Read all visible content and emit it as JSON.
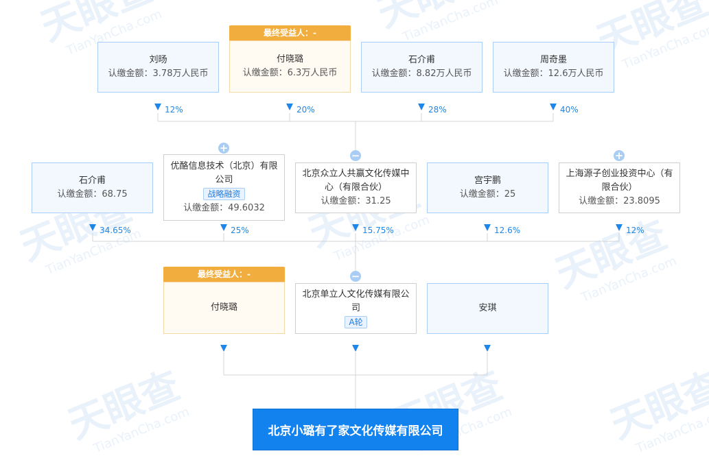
{
  "watermark": {
    "logo_text": "天眼查",
    "site_text": "TianYanCha.com"
  },
  "colors": {
    "arrow": "#1e86e6",
    "target_bg": "#1283ee",
    "beneficiary_badge": "#f1ae3f"
  },
  "row1": [
    {
      "name": "刘旸",
      "amount": "认缴金额：3.78万人民币",
      "pct": "12%"
    },
    {
      "name": "付晓璐",
      "amount": "认缴金额：6.3万人民币",
      "pct": "20%",
      "badge": "最终受益人：-"
    },
    {
      "name": "石介甫",
      "amount": "认缴金额：8.82万人民币",
      "pct": "28%"
    },
    {
      "name": "周奇墨",
      "amount": "认缴金额：12.6万人民币",
      "pct": "40%"
    }
  ],
  "row2": [
    {
      "name": "石介甫",
      "amount": "认缴金额：68.75",
      "pct": "34.65%"
    },
    {
      "name": "优酪信息技术（北京）有限公司",
      "tag": "战略融资",
      "amount": "认缴金额：49.6032",
      "pct": "25%",
      "control": "+"
    },
    {
      "name": "北京众立人共赢文化传媒中心（有限合伙）",
      "amount": "认缴金额：31.25",
      "pct": "15.75%",
      "control": "−"
    },
    {
      "name": "宫宇鹏",
      "amount": "认缴金额：25",
      "pct": "12.6%"
    },
    {
      "name": "上海源子创业投资中心（有限合伙）",
      "amount": "认缴金额：23.8095",
      "pct": "12%",
      "control": "+"
    }
  ],
  "row3": [
    {
      "name": "付晓璐",
      "badge": "最终受益人：-"
    },
    {
      "name": "北京单立人文化传媒有限公司",
      "tag": "A轮",
      "control": "−"
    },
    {
      "name": "安琪"
    }
  ],
  "target": {
    "name": "北京小璐有了家文化传媒有限公司"
  }
}
